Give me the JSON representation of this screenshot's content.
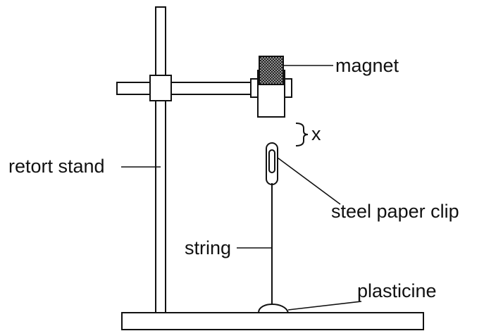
{
  "labels": {
    "magnet": "magnet",
    "gap": "x",
    "retort_stand": "retort stand",
    "paper_clip": "steel paper clip",
    "string": "string",
    "plasticine": "plasticine"
  }
}
